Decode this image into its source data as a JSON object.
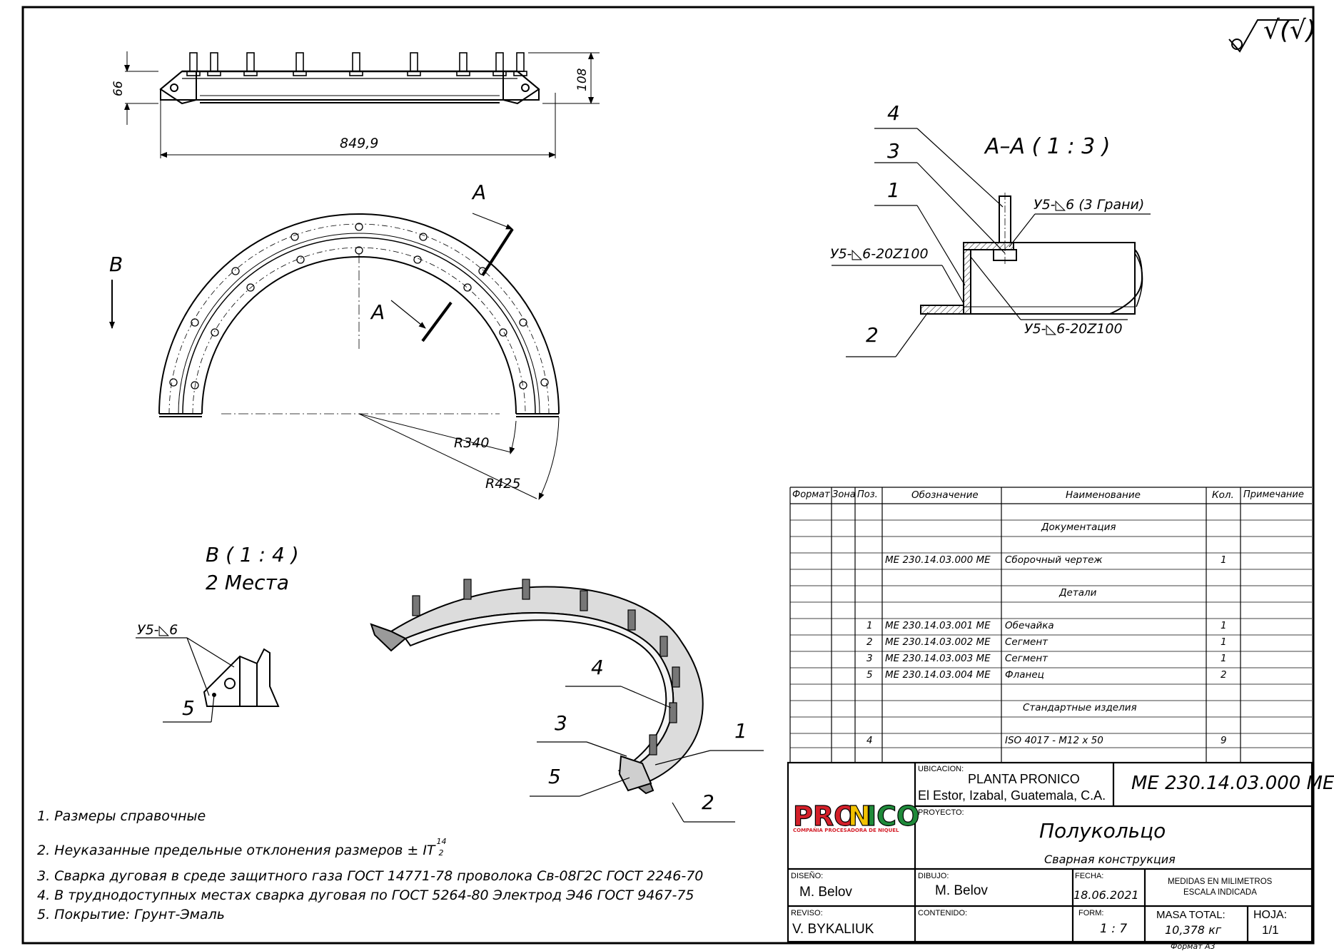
{
  "dimensions": {
    "d66": "66",
    "d108": "108",
    "d849": "849,9",
    "r340": "R340",
    "r425": "R425"
  },
  "views": {
    "view_b_letter": "B",
    "section_a": "A",
    "section_aa_title": "A–A ( 1 : 3 )",
    "view_b_title": "B ( 1 : 4 )",
    "view_b_sub": "2 Места",
    "roughness": "√(√)"
  },
  "welds": {
    "w1": "У5-◺6 (3 Грани)",
    "w2": "У5-◺6-20Z100",
    "w3": "У5-◺6-20Z100",
    "w4": "У5-◺6"
  },
  "callouts": {
    "section": [
      "4",
      "3",
      "1",
      "2"
    ],
    "viewb": "5",
    "iso": [
      "4",
      "3",
      "5",
      "1",
      "2"
    ]
  },
  "notes": [
    "1. Размеры справочные",
    "2. Неуказанные предельные отклонения размеров ± IT",
    "3. Сварка дуговая в среде защитного газа ГОСТ 14771-78 проволока Св-08Г2С ГОСТ 2246-70",
    "4. В труднодоступных местах сварка дуговая по ГОСТ 5264-80 Электрод Э46 ГОСТ 9467-75",
    "5. Покрытие: Грунт-Эмаль"
  ],
  "tolerance": {
    "num": "14",
    "den": "2"
  },
  "spec_table": {
    "headers": [
      "Формат",
      "Зона",
      "Поз.",
      "Обозначение",
      "Наименование",
      "Кол.",
      "Примечание"
    ],
    "section_docs": "Документация",
    "row_assembly": {
      "code": "ME 230.14.03.000 ME",
      "name": "Сборочный чертеж",
      "qty": "1"
    },
    "section_parts": "Детали",
    "parts": [
      {
        "pos": "1",
        "code": "ME 230.14.03.001 ME",
        "name": "Обечайка",
        "qty": "1"
      },
      {
        "pos": "2",
        "code": "ME 230.14.03.002 ME",
        "name": "Сегмент",
        "qty": "1"
      },
      {
        "pos": "3",
        "code": "ME 230.14.03.003 ME",
        "name": "Сегмент",
        "qty": "1"
      },
      {
        "pos": "5",
        "code": "ME 230.14.03.004 ME",
        "name": "Фланец",
        "qty": "2"
      }
    ],
    "section_std": "Стандартные изделия",
    "std": {
      "pos": "4",
      "name": "ISO 4017 - M12 x 50",
      "qty": "9"
    }
  },
  "title_block": {
    "ubicacion_label": "UBICACION:",
    "ubicacion_1": "PLANTA PRONICO",
    "ubicacion_2": "El Estor, Izabal, Guatemala, C.A.",
    "drawing_code": "ME 230.14.03.000 ME",
    "logo_text": "PRONICO",
    "logo_sub": "COMPAÑIA PROCESADORA DE NIQUEL",
    "proyecto_label": "PROYECTO:",
    "title": "Полукольцо",
    "subtitle": "Сварная конструкция",
    "diseno_label": "DISEÑO:",
    "diseno": "M. Belov",
    "dibujo_label": "DIBUJO:",
    "dibujo": "M. Belov",
    "fecha_label": "FECHA:",
    "fecha": "18.06.2021",
    "medidas_1": "MEDIDAS EN MILIMETROS",
    "medidas_2": "ESCALA INDICADA",
    "reviso_label": "REVISO:",
    "reviso": "V. BYKALIUK",
    "contenido_label": "CONTENIDO:",
    "form_label": "FORM:",
    "form": "1 : 7",
    "masa_label": "MASA TOTAL:",
    "masa": "10,378 кг",
    "hoja_label": "HOJA:",
    "hoja": "1/1",
    "format": "Формат А3"
  },
  "colors": {
    "logo_red": "#d4202a",
    "logo_yellow": "#f2c200",
    "logo_green": "#1f8a3a"
  }
}
